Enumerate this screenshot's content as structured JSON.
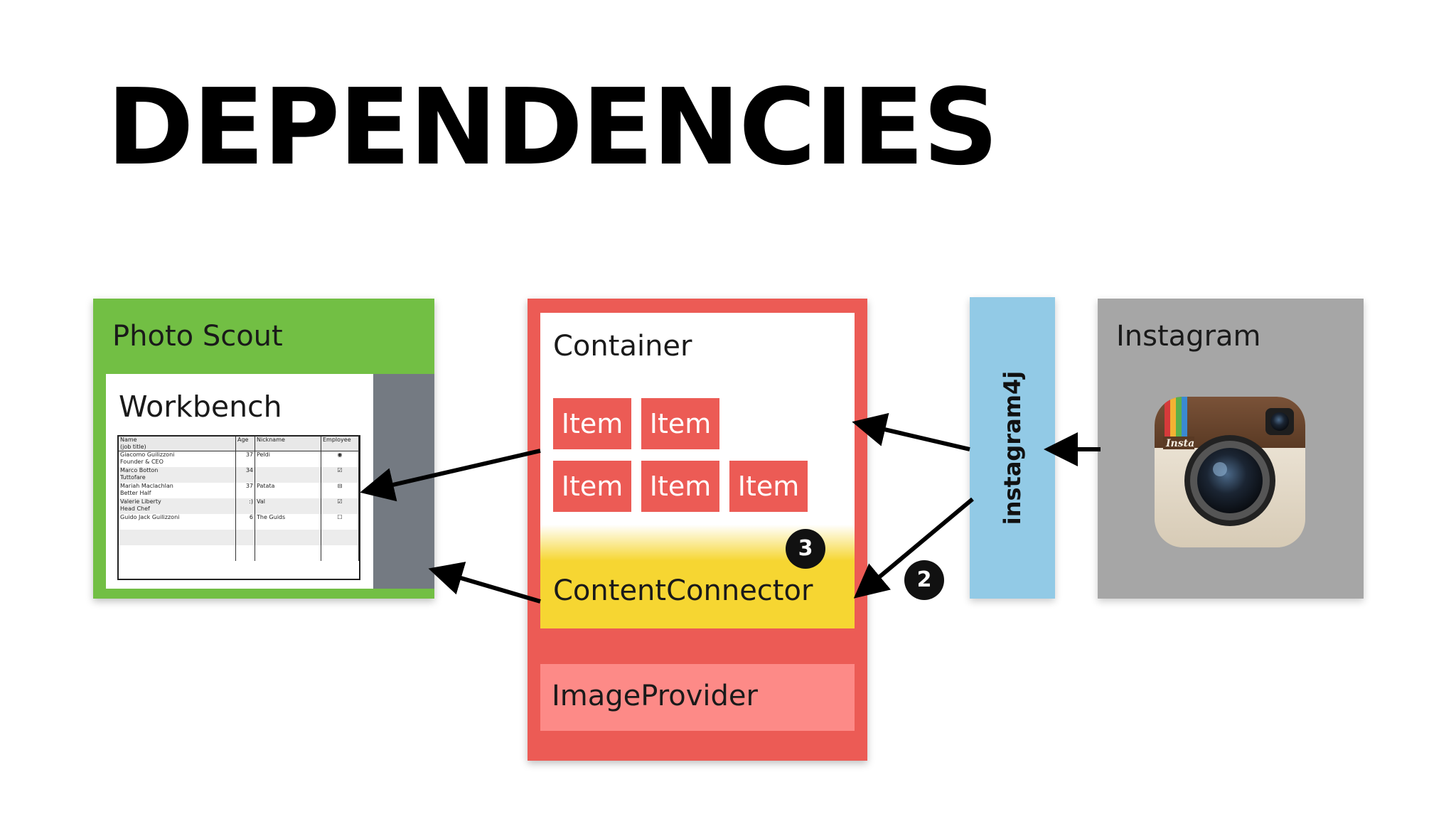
{
  "title": "DEPENDENCIES",
  "photo_scout": {
    "label": "Photo Scout",
    "workbench": {
      "label": "Workbench",
      "table": {
        "headers": [
          "Name\n(job title)",
          "Age",
          "Nickname",
          "Employee"
        ],
        "rows": [
          {
            "name": "Giacomo Guilizzoni\nFounder & CEO",
            "age": "37",
            "nickname": "Peldi",
            "employee": "◉"
          },
          {
            "name": "Marco Botton\nTuttofare",
            "age": "34",
            "nickname": "",
            "employee": "☑"
          },
          {
            "name": "Mariah Maclachlan\nBetter Half",
            "age": "37",
            "nickname": "Patata",
            "employee": "⊟"
          },
          {
            "name": "Valerie Liberty\nHead Chef",
            "age": ":)",
            "nickname": "Val",
            "employee": "☑"
          },
          {
            "name": "Guido Jack Guilizzoni",
            "age": "6",
            "nickname": "The Guids",
            "employee": "☐"
          },
          {
            "name": "",
            "age": "",
            "nickname": "",
            "employee": ""
          },
          {
            "name": "",
            "age": "",
            "nickname": "",
            "employee": ""
          }
        ]
      }
    }
  },
  "container": {
    "label": "Container",
    "items": [
      "Item",
      "Item",
      "Item",
      "Item",
      "Item"
    ],
    "connector_label": "ContentConnector",
    "image_provider_label": "ImageProvider"
  },
  "library": {
    "label": "instagram4j"
  },
  "instagram": {
    "label": "Instagram",
    "icon_text": "Insta"
  },
  "badges": [
    "3",
    "2"
  ],
  "colors": {
    "photo_scout_green": "#72bf44",
    "container_red": "#ec5b55",
    "connector_yellow": "#f6d632",
    "image_provider_pink": "#fd8a87",
    "library_blue": "#92cae6",
    "instagram_grey": "#a6a6a6"
  }
}
